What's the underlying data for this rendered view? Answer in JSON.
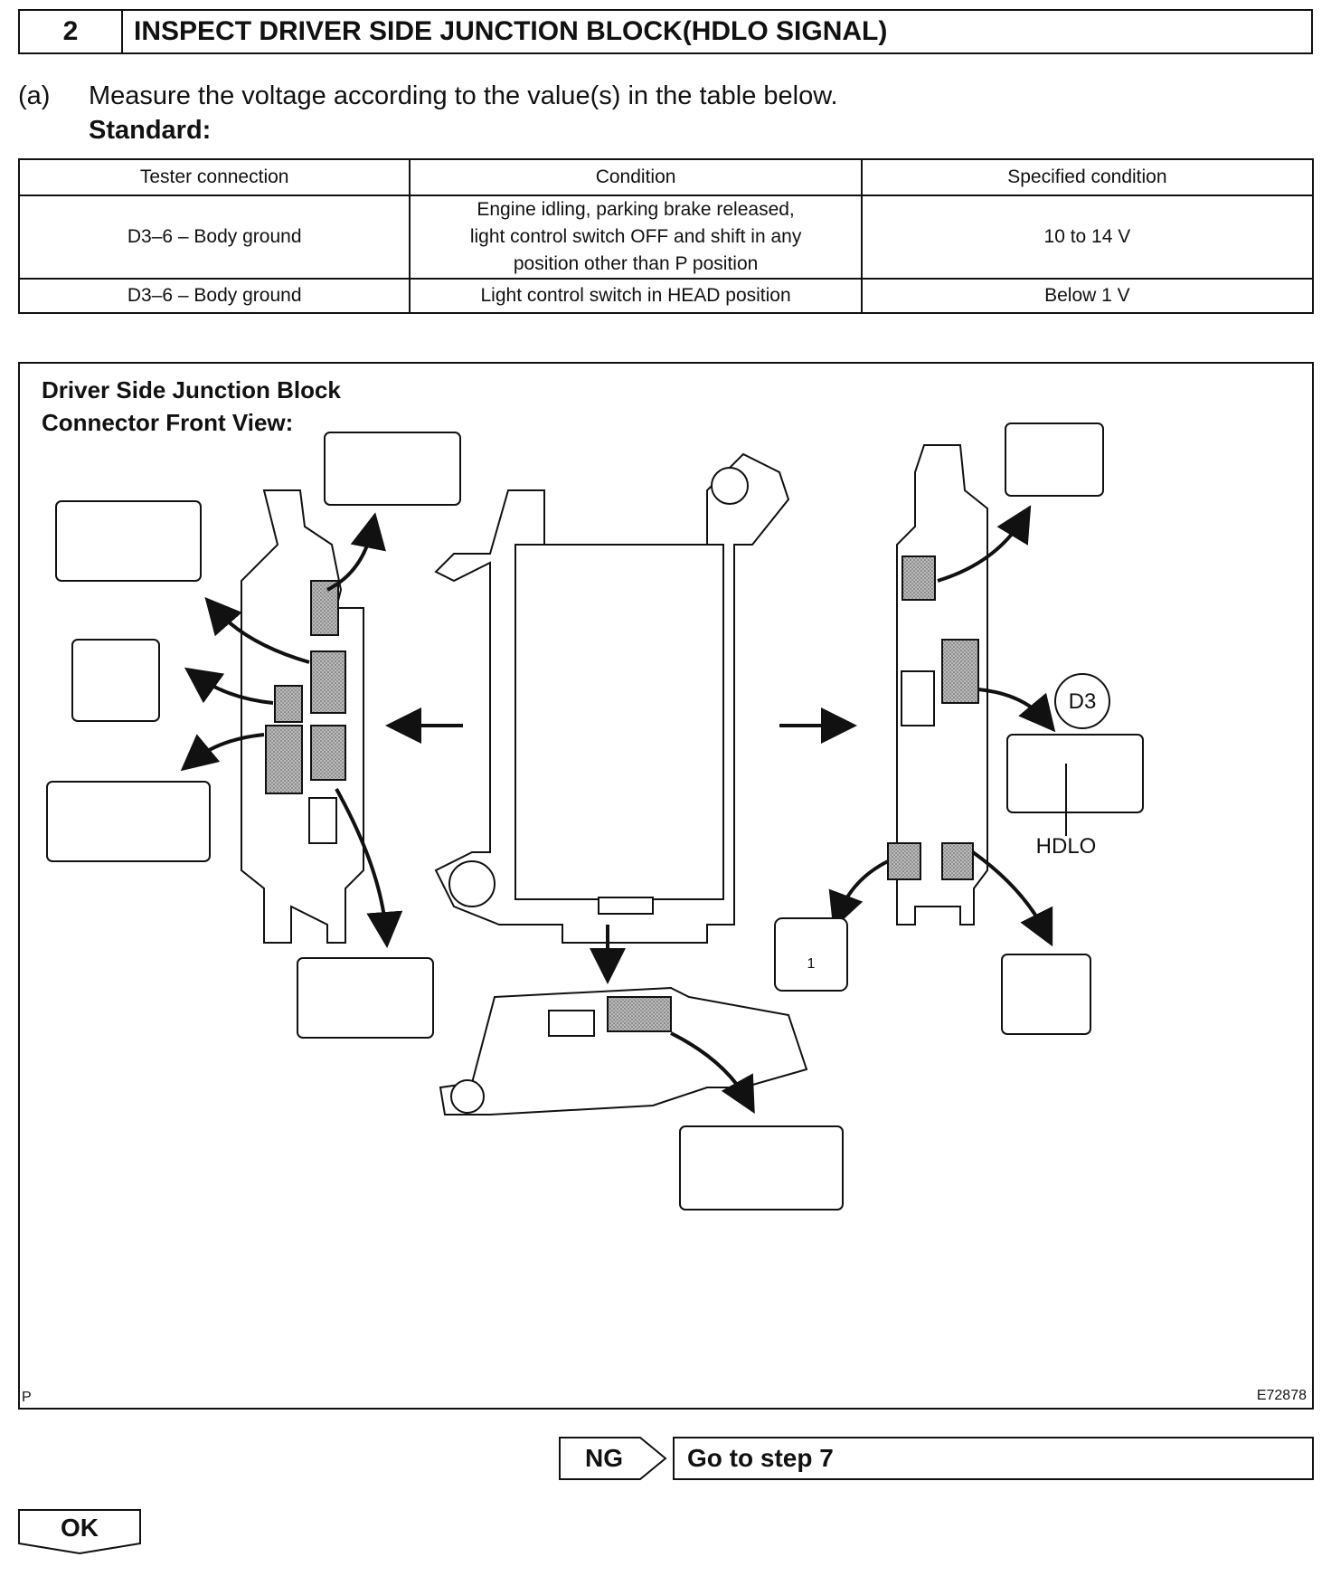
{
  "step": {
    "number": "2",
    "title": "INSPECT DRIVER SIDE JUNCTION BLOCK(HDLO SIGNAL)"
  },
  "instruction": {
    "label": "(a)",
    "text": "Measure the voltage according to the value(s) in the table below.",
    "standard_label": "Standard:"
  },
  "table": {
    "headers": [
      "Tester connection",
      "Condition",
      "Specified condition"
    ],
    "rows": [
      [
        "D3–6 – Body ground",
        "Engine idling, parking brake released, light control switch OFF and shift in any position other than P position",
        "10 to 14 V"
      ],
      [
        "D3–6 – Body ground",
        "Light control switch in HEAD position",
        "Below 1 V"
      ]
    ]
  },
  "figure": {
    "title_line1": "Driver Side Junction Block",
    "title_line2": "Connector Front View:",
    "connector_label": "D3",
    "pin_label": "HDLO",
    "single_pin": "1",
    "footer_left": "P",
    "code": "E72878"
  },
  "result": {
    "ng_label": "NG",
    "ng_action": "Go to step 7",
    "ok_label": "OK"
  }
}
